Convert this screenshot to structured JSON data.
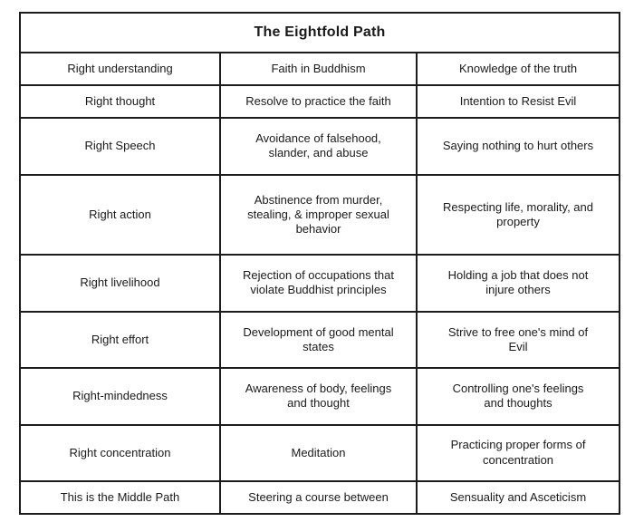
{
  "table": {
    "title": "The Eightfold Path",
    "rows": [
      {
        "path": "Right understanding",
        "practice": "Faith in Buddhism",
        "meaning": "Knowledge of the truth"
      },
      {
        "path": "Right thought",
        "practice": "Resolve to practice the faith",
        "meaning": "Intention to Resist Evil"
      },
      {
        "path": "Right Speech",
        "practice": "Avoidance of falsehood,\nslander, and abuse",
        "meaning": "Saying nothing to hurt others"
      },
      {
        "path": "Right action",
        "practice": "Abstinence from murder,\nstealing, & improper sexual\nbehavior",
        "meaning": "Respecting life, morality, and\nproperty"
      },
      {
        "path": "Right livelihood",
        "practice": "Rejection of occupations that\nviolate Buddhist principles",
        "meaning": "Holding a job that does not\ninjure others"
      },
      {
        "path": "Right effort",
        "practice": "Development of good mental\nstates",
        "meaning": "Strive to free one's mind of\nEvil"
      },
      {
        "path": "Right-mindedness",
        "practice": "Awareness of body, feelings\nand thought",
        "meaning": "Controlling one's feelings\nand thoughts"
      },
      {
        "path": "Right concentration",
        "practice": "Meditation",
        "meaning": "Practicing proper forms of\nconcentration"
      },
      {
        "path": "This is the Middle Path",
        "practice": "Steering a course between",
        "meaning": "Sensuality and Asceticism"
      }
    ],
    "colors": {
      "border": "#1c1c1c",
      "text": "#1a1a1a",
      "background": "#ffffff"
    }
  }
}
